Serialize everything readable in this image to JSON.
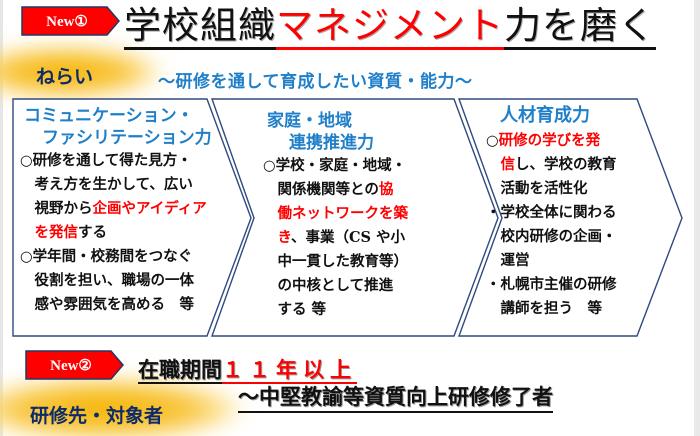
{
  "section1": {
    "badge": "New①",
    "title": {
      "part1": "学校組織",
      "part2_highlight": "マネジメント",
      "part3": "力を磨く"
    },
    "aim_label": "ねらい",
    "aim_subtitle": "～研修を通して育成したい資質・能力～"
  },
  "panels": [
    {
      "heading_lines": [
        "コミュニケーション・",
        "ファシリテーション力"
      ],
      "body": [
        {
          "segments": [
            {
              "text": "○研修を通して得た見方・",
              "red": false
            }
          ]
        },
        {
          "segments": [
            {
              "text": "　考え方を生かして、広い",
              "red": false
            }
          ]
        },
        {
          "segments": [
            {
              "text": "　視野から",
              "red": false
            },
            {
              "text": "企画やアイディア",
              "red": true
            }
          ]
        },
        {
          "segments": [
            {
              "text": "　",
              "red": false
            },
            {
              "text": "を発信",
              "red": true
            },
            {
              "text": "する",
              "red": false
            }
          ]
        },
        {
          "segments": [
            {
              "text": "○学年間・校務間をつなぐ",
              "red": false
            }
          ]
        },
        {
          "segments": [
            {
              "text": "　役割を担い、職場の一体",
              "red": false
            }
          ]
        },
        {
          "segments": [
            {
              "text": "　感や雰囲気を高める　等",
              "red": false
            }
          ]
        }
      ]
    },
    {
      "heading_lines": [
        "家庭・地域",
        "連携推進力"
      ],
      "body": [
        {
          "segments": [
            {
              "text": "○学校・家庭・地域・",
              "red": false
            }
          ]
        },
        {
          "segments": [
            {
              "text": "　関係機関等との",
              "red": false
            },
            {
              "text": "協",
              "red": true
            }
          ]
        },
        {
          "segments": [
            {
              "text": "　",
              "red": false
            },
            {
              "text": "働ネットワークを築",
              "red": true
            }
          ]
        },
        {
          "segments": [
            {
              "text": "　",
              "red": false
            },
            {
              "text": "き",
              "red": true
            },
            {
              "text": "、事業（CS や小",
              "red": false
            }
          ]
        },
        {
          "segments": [
            {
              "text": "　中一貫した教育等）",
              "red": false
            }
          ]
        },
        {
          "segments": [
            {
              "text": "　の中核として推進",
              "red": false
            }
          ]
        },
        {
          "segments": [
            {
              "text": "　する 等",
              "red": false
            }
          ]
        }
      ]
    },
    {
      "heading_lines": [
        "人材育成力"
      ],
      "body": [
        {
          "segments": [
            {
              "text": "○",
              "red": false
            },
            {
              "text": "研修の学びを発",
              "red": true
            }
          ]
        },
        {
          "segments": [
            {
              "text": "　",
              "red": false
            },
            {
              "text": "信",
              "red": true
            },
            {
              "text": "し、学校の教育",
              "red": false
            }
          ]
        },
        {
          "segments": [
            {
              "text": "　活動を活性化",
              "red": false
            }
          ]
        },
        {
          "segments": [
            {
              "text": "・学校全体に関わる",
              "red": false
            }
          ]
        },
        {
          "segments": [
            {
              "text": "　校内研修の企画・",
              "red": false
            }
          ]
        },
        {
          "segments": [
            {
              "text": "　運営",
              "red": false
            }
          ]
        },
        {
          "segments": [
            {
              "text": "・札幌市主催の研修",
              "red": false
            }
          ]
        },
        {
          "segments": [
            {
              "text": "　講師を担う　等",
              "red": false
            }
          ]
        }
      ]
    }
  ],
  "section2": {
    "badge": "New②",
    "line1_prefix": "在職期間",
    "line1_highlight": "１１年以上",
    "line2": "～中堅教諭等資質向上研修修了者",
    "target_label": "研修先・対象者"
  },
  "colors": {
    "badge_red": "#ff0000",
    "badge_border": "#203864",
    "heading_blue": "#1f7fc9",
    "label_navy": "#0d2a6b",
    "chevron_border": "#2f4a7f",
    "glow_yellow": "#f5b400",
    "highlight_red": "#ff0000"
  }
}
